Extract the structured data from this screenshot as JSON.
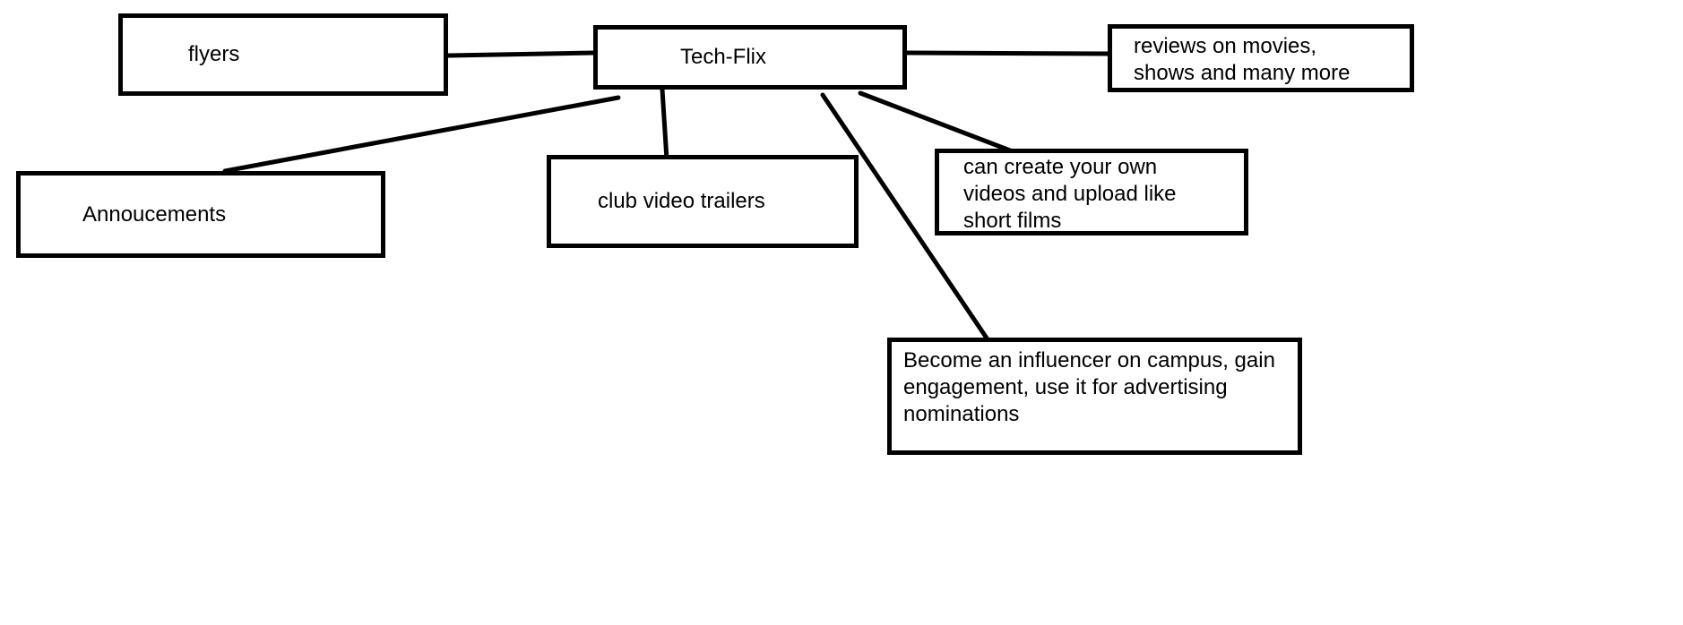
{
  "diagram": {
    "type": "mind-map",
    "background_color": "#ffffff",
    "stroke_color": "#000000",
    "center_node": "Tech-Flix",
    "nodes": [
      {
        "id": "techflix",
        "label": "Tech-Flix",
        "role": "center"
      },
      {
        "id": "flyers",
        "label": "flyers"
      },
      {
        "id": "reviews",
        "label": "reviews on movies,\nshows and many more"
      },
      {
        "id": "annoucements",
        "label": "Annoucements"
      },
      {
        "id": "club",
        "label": "club video trailers"
      },
      {
        "id": "create",
        "label": "can create your own\nvideos and upload like\nshort films"
      },
      {
        "id": "influencer",
        "label": "Become an influencer on campus, gain\nengagement, use it for advertising\nnominations"
      }
    ],
    "edges": [
      {
        "from": "techflix",
        "to": "flyers"
      },
      {
        "from": "techflix",
        "to": "reviews"
      },
      {
        "from": "techflix",
        "to": "annoucements"
      },
      {
        "from": "techflix",
        "to": "club"
      },
      {
        "from": "techflix",
        "to": "create"
      },
      {
        "from": "techflix",
        "to": "influencer"
      }
    ]
  }
}
